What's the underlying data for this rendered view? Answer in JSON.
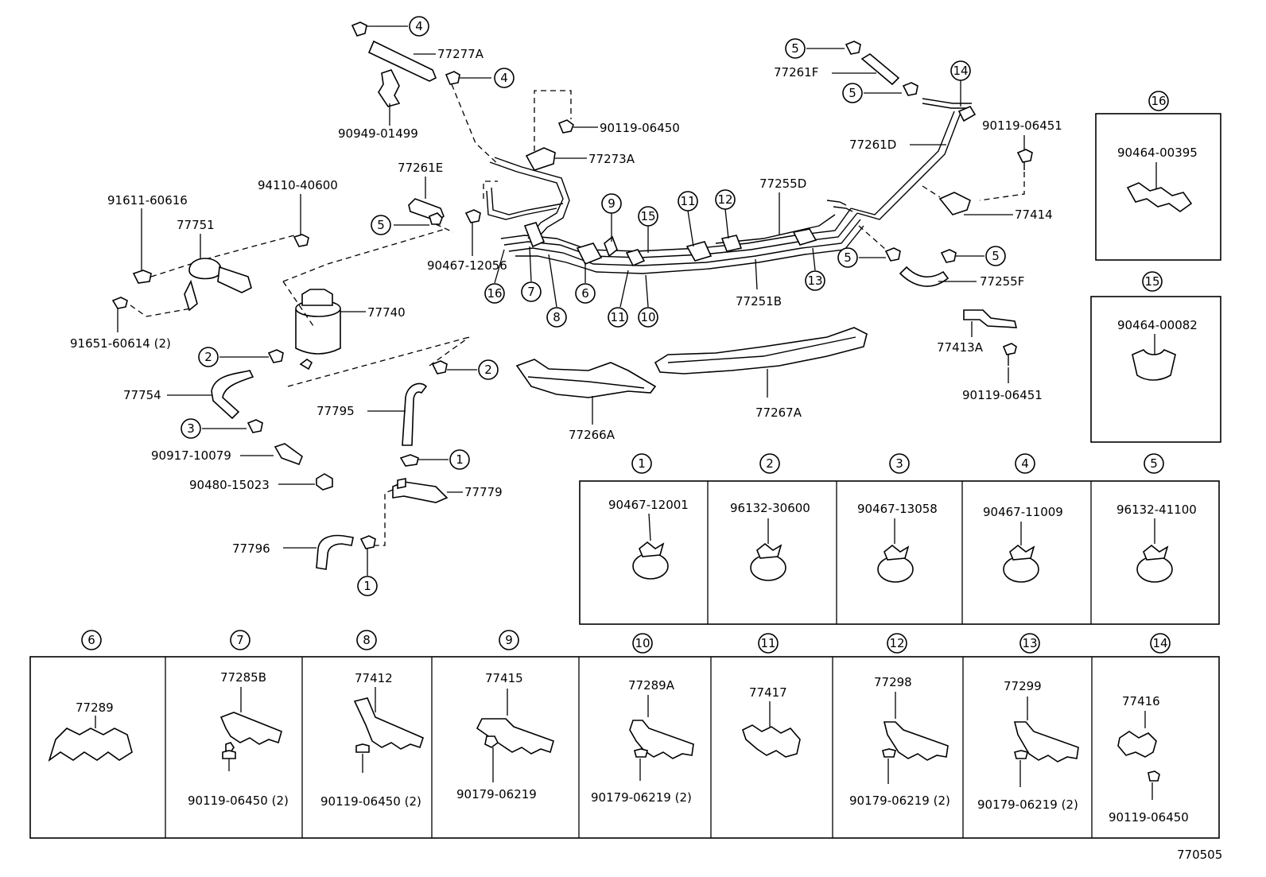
{
  "diagram_id": "770505",
  "labels": [
    "77277A",
    "90949-01499",
    "90119-06450",
    "77273A",
    "77261E",
    "91611-60616",
    "94110-40600",
    "77751",
    "90467-12056",
    "77740",
    "91651-60614 (2)",
    "77754",
    "90917-10079",
    "90480-15023",
    "77795",
    "77779",
    "77796",
    "77266A",
    "77267A",
    "77255D",
    "77251B",
    "77261F",
    "77261D",
    "90119-06451",
    "77414",
    "77255F",
    "77413A",
    "90119-06451"
  ],
  "callouts": [
    "4",
    "4",
    "5",
    "2",
    "3",
    "2",
    "1",
    "1",
    "16",
    "7",
    "8",
    "6",
    "9",
    "11",
    "10",
    "15",
    "11",
    "12",
    "13",
    "5",
    "5",
    "5",
    "5",
    "14"
  ],
  "detail_boxes": [
    {
      "num": "1",
      "part": "90467-12001"
    },
    {
      "num": "2",
      "part": "96132-30600"
    },
    {
      "num": "3",
      "part": "90467-13058"
    },
    {
      "num": "4",
      "part": "90467-11009"
    },
    {
      "num": "5",
      "part": "96132-41100"
    },
    {
      "num": "16",
      "part": "90464-00395"
    },
    {
      "num": "15",
      "part": "90464-00082"
    },
    {
      "num": "6",
      "part": "77289",
      "sub": ""
    },
    {
      "num": "7",
      "part": "77285B",
      "sub": "90119-06450 (2)"
    },
    {
      "num": "8",
      "part": "77412",
      "sub": "90119-06450 (2)"
    },
    {
      "num": "9",
      "part": "77415",
      "sub": "90179-06219"
    },
    {
      "num": "10",
      "part": "77289A",
      "sub": "90179-06219 (2)"
    },
    {
      "num": "11",
      "part": "77417",
      "sub": ""
    },
    {
      "num": "12",
      "part": "77298",
      "sub": "90179-06219 (2)"
    },
    {
      "num": "13",
      "part": "77299",
      "sub": "90179-06219 (2)"
    },
    {
      "num": "14",
      "part": "77416",
      "sub": "90119-06450"
    }
  ]
}
